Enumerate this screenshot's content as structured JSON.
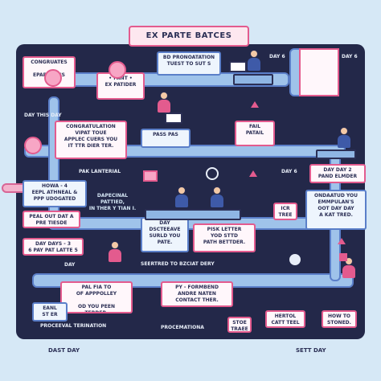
{
  "title": "EX PARTE BATCES",
  "labels": {
    "day6_top_a": "DAY 6",
    "day6_top_b": "DAY 6",
    "day_this_day": "DAY THIS DAY",
    "day6_mid": "DAY 6",
    "day_left": "DAY",
    "dast_day": "DAST DAY",
    "sett_day": "SETT DAY",
    "proceval": "PROCEEVAL TERINATION",
    "procemationa": "PROCEMATIONA"
  },
  "cards": {
    "congrats_top": "CONGRUATES\n\nEPART PASS",
    "pant": "• PANT •\nEX PATIDER",
    "pronotation": "BD PRONOATATION\nTUEST TO SUT S",
    "congratulation": "CONGRATULATION\nVIPAT TOUE\nAPPLEC CUERS YOU\nIT TTR DIER TER.",
    "pass_pas": "PASS PAS",
    "fail": "FAIL\nPATAIL",
    "how": "HOWA - 4\nEEPL ATHNEAL &\nPPP UDOGATED",
    "pal_lanterial": "PAK LANTERIAL",
    "dapecinal": "DAPECINAL\nPATTIED,\nIN THER Y TIAN I.",
    "peal_out": "PEAL OUT DAT A\nPRE TIESDE",
    "day_days": "DAY DAYS - 3\n6 PAY PAT LATTE 5",
    "day_sur": "DAY\nDSCTEEAVE\nSURLD YOU\nPATE.",
    "pisk_letter": "PISK LETTER\nYOD STTD\nPATH BETTDER.",
    "day7": "DAY DAY 2\nPAND ELMDER",
    "ondaat": "ONDAATUD YOU\nEMMPULAN'S\nOOT DAY DAY\nA KAT TRED.",
    "icr_tree": "ICR\nTREE",
    "seertred": "SEERTRED TO BZCIAT DERY",
    "pal_fia": "PAL FIA TO\nOF APPPOLLEY\n\nOD YOU PEEN\nTERDER.",
    "py_form": "PY - FORMBEND\nANDRE NATEN\nCONTACT THER.",
    "eanl": "EANL\nST ER",
    "hertol": "HERTOL\nCATT TEEL",
    "how_to": "HOW TO\nSTONED.",
    "small_red": "STOE\nTRAEE"
  },
  "icons": [
    "flower-icon",
    "envelope-icon",
    "target-icon",
    "gear-icon",
    "clipboard-icon",
    "heart-icon"
  ],
  "colors": {
    "board": "#232849",
    "accent_pink": "#e35b8e",
    "accent_blue": "#5b7fc9",
    "background": "#d6e8f6"
  }
}
